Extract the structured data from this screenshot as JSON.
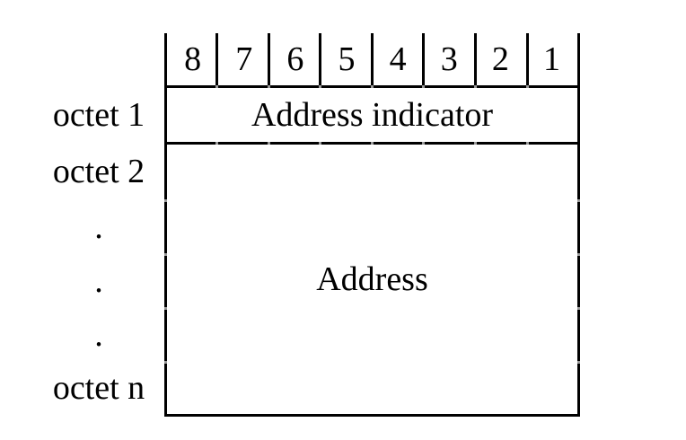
{
  "diagram": {
    "bit_labels": [
      "8",
      "7",
      "6",
      "5",
      "4",
      "3",
      "2",
      "1"
    ],
    "row_labels": [
      "octet 1",
      "octet 2",
      ".",
      ".",
      ".",
      "octet n"
    ],
    "cells": {
      "address_indicator": "Address indicator",
      "address": "Address"
    }
  },
  "colors": {
    "background": "#ffffff",
    "line": "#000000",
    "text": "#000000",
    "notch": "#999999"
  }
}
